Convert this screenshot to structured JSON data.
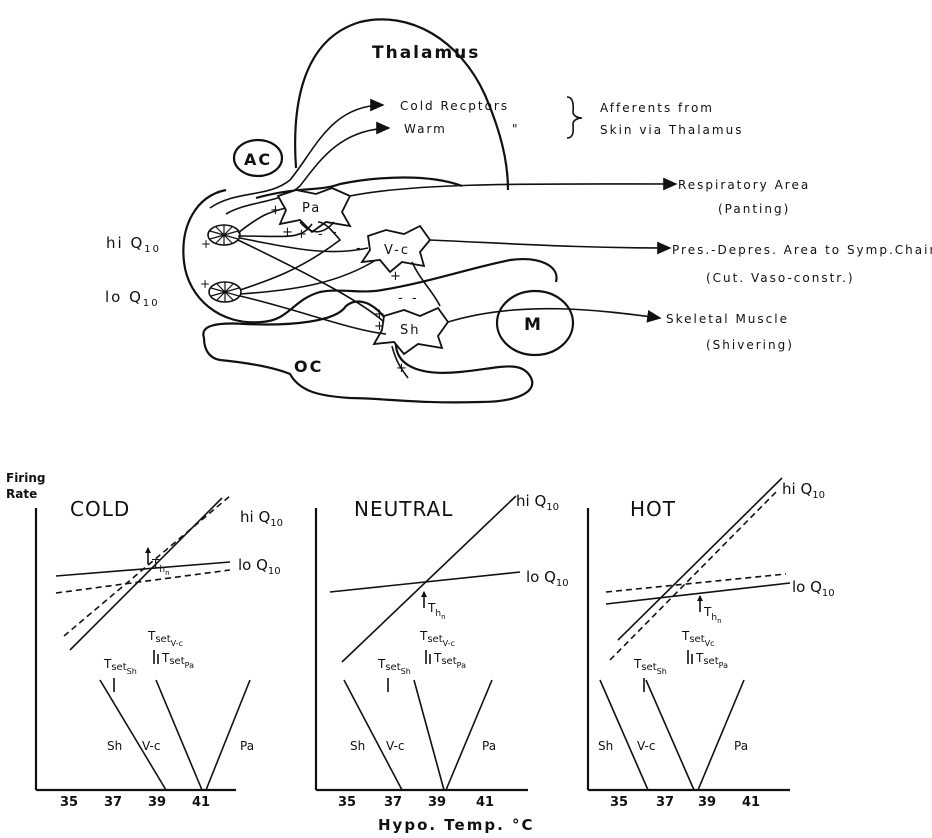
{
  "brain": {
    "thalamus": "Thalamus",
    "ac": "AC",
    "oc": "OC",
    "m": "M",
    "hi_q10": "hi Q",
    "lo_q10": "lo Q",
    "q_sub": "10",
    "cold_receptors": "Cold Recptors",
    "warm": "Warm",
    "ditto": "\"",
    "afferents_1": "Afferents from",
    "afferents_2": "Skin via Thalamus",
    "pa": "Pa",
    "vc": "V-c",
    "sh": "Sh",
    "resp_1": "Respiratory Area",
    "resp_2": "(Panting)",
    "pres_1": "Pres.-Depres. Area to Symp.Chain",
    "pres_2": "(Cut. Vaso-constr.)",
    "skel_1": "Skeletal Muscle",
    "skel_2": "(Shivering)",
    "plus": "+",
    "minus": "-"
  },
  "charts": {
    "ylabel_1": "Firing",
    "ylabel_2": "Rate",
    "xlabel": "Hypo. Temp. °C",
    "hi_q10": "hi Q",
    "lo_q10": "lo Q",
    "q_sub": "10",
    "t": "T",
    "th_sub": "h",
    "n_sub": "n",
    "set": "set",
    "sh": "Sh",
    "vc": "V-c",
    "vc_hot": "Vc",
    "pa": "Pa",
    "ticks": [
      "35",
      "37",
      "39",
      "41"
    ]
  },
  "chart_data": [
    {
      "type": "line",
      "title": "COLD",
      "x_ticks": [
        35,
        37,
        39,
        41
      ],
      "series": [
        {
          "name": "hi Q10"
        },
        {
          "name": "lo Q10"
        },
        {
          "name": "Sh"
        },
        {
          "name": "V-c"
        },
        {
          "name": "Pa"
        }
      ]
    },
    {
      "type": "line",
      "title": "NEUTRAL",
      "x_ticks": [
        35,
        37,
        39,
        41
      ],
      "series": [
        {
          "name": "hi Q10"
        },
        {
          "name": "lo Q10"
        },
        {
          "name": "Sh"
        },
        {
          "name": "V-c"
        },
        {
          "name": "Pa"
        }
      ]
    },
    {
      "type": "line",
      "title": "HOT",
      "x_ticks": [
        35,
        37,
        39,
        41
      ],
      "series": [
        {
          "name": "hi Q10"
        },
        {
          "name": "lo Q10"
        },
        {
          "name": "Sh"
        },
        {
          "name": "Vc"
        },
        {
          "name": "Pa"
        }
      ]
    }
  ]
}
